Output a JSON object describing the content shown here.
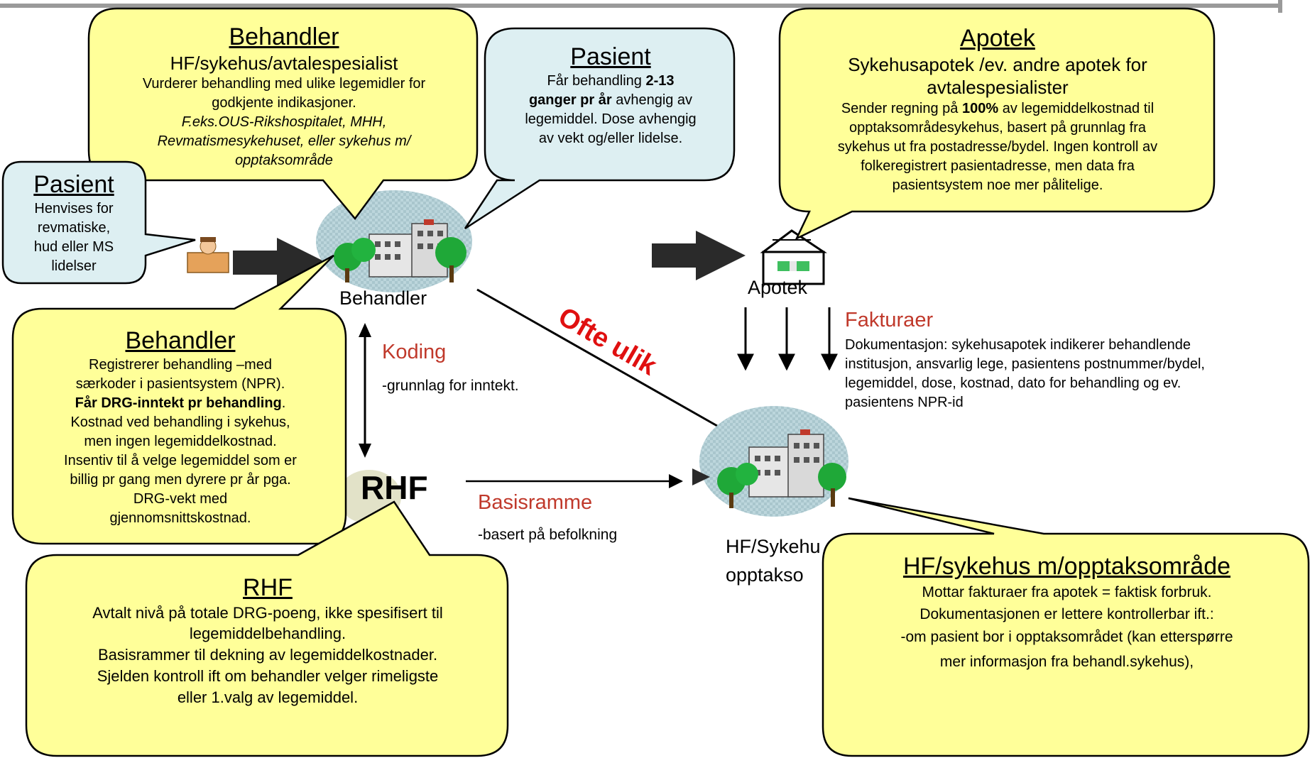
{
  "colors": {
    "bubble_yellow": "#ffff99",
    "bubble_blue": "#ddeff2",
    "accent_red": "#c0392b",
    "ofte_red": "#e01010",
    "outline": "#000000"
  },
  "icons": [
    "person-icon",
    "hospital-behandler-icon",
    "pharmacy-icon",
    "hospital-hf-icon",
    "rhf-shape-icon"
  ],
  "bubbles": {
    "behandler_top": {
      "title": "Behandler",
      "subtitle": "HF/sykehus/avtalespesialist",
      "body_lines": [
        "Vurderer behandling med ulike legemidler for",
        "godkjente indikasjoner."
      ],
      "italic_lines": [
        "F.eks.OUS-Rikshospitalet, MHH,",
        "Revmatismesykehuset, eller sykehus m/",
        "opptaksområde"
      ]
    },
    "pasient_top": {
      "title": "Pasient",
      "line1_pre": "Får behandling ",
      "line1_bold": "2-13",
      "line2_bold": "ganger pr år",
      "line2_post": " avhengig av",
      "line3": "legemiddel. Dose avhengig",
      "line4": "av vekt og/eller lidelse."
    },
    "apotek_top": {
      "title": "Apotek",
      "subtitle_lines": [
        "Sykehusapotek /ev. andre apotek for",
        "avtalespesialister"
      ],
      "line1_pre": "Sender regning på ",
      "line1_bold": "100%",
      "line1_post": " av legemiddelkostnad til",
      "lines": [
        "opptaksområdesykehus, basert på grunnlag fra",
        "sykehus ut fra postadresse/bydel. Ingen kontroll av",
        "folkeregistrert pasientadresse, men data fra",
        "pasientsystem noe mer pålitelige."
      ]
    },
    "pasient_left": {
      "title": "Pasient",
      "lines": [
        "Henvises for",
        "revmatiske,",
        "hud eller MS",
        "lidelser"
      ]
    },
    "behandler_left": {
      "title": "Behandler",
      "lines_a": [
        "Registrerer behandling –med",
        "særkoder i pasientsystem (NPR)."
      ],
      "bold_line": "Får DRG-inntekt pr behandling",
      "bold_suffix": ".",
      "lines_b": [
        "Kostnad ved behandling i sykehus,",
        "men ingen legemiddelkostnad.",
        "Insentiv til å velge legemiddel som er",
        "billig pr gang men dyrere pr år pga.",
        "DRG-vekt med",
        "gjennomsnittskostnad."
      ]
    },
    "rhf_bottom": {
      "title": "RHF",
      "lines": [
        "Avtalt nivå på totale DRG-poeng, ikke spesifisert til",
        "legemiddelbehandling.",
        "Basisrammer til dekning av legemiddelkostnader.",
        "Sjelden kontroll ift om behandler velger rimeligste",
        "eller 1.valg av legemiddel."
      ]
    },
    "hf_bottom": {
      "title": "HF/sykehus m/opptaksområde",
      "lines": [
        "Mottar fakturaer fra apotek = faktisk forbruk.",
        "Dokumentasjonen er lettere kontrollerbar ift.:",
        "-om pasient bor i opptaksområdet (kan etterspørre",
        "mer informasjon fra behandl.sykehus),"
      ]
    }
  },
  "nodes": {
    "behandler_label": "Behandler",
    "apotek_label": "Apotek",
    "rhf_label": "RHF",
    "hf_label_line1": "HF/Sykehu",
    "hf_label_line2": "opptakso"
  },
  "flows": {
    "koding_title": "Koding",
    "koding_text": "-grunnlag for inntekt.",
    "basis_title": "Basisramme",
    "basis_text": "-basert på befolkning",
    "faktura_title": "Fakturaer",
    "faktura_lines": [
      "Dokumentasjon: sykehusapotek indikerer behandlende",
      "institusjon, ansvarlig lege, pasientens postnummer/bydel,",
      "legemiddel, dose, kostnad, dato for behandling og ev.",
      "pasientens NPR-id"
    ],
    "ofte_ulik": "Ofte ulik"
  }
}
